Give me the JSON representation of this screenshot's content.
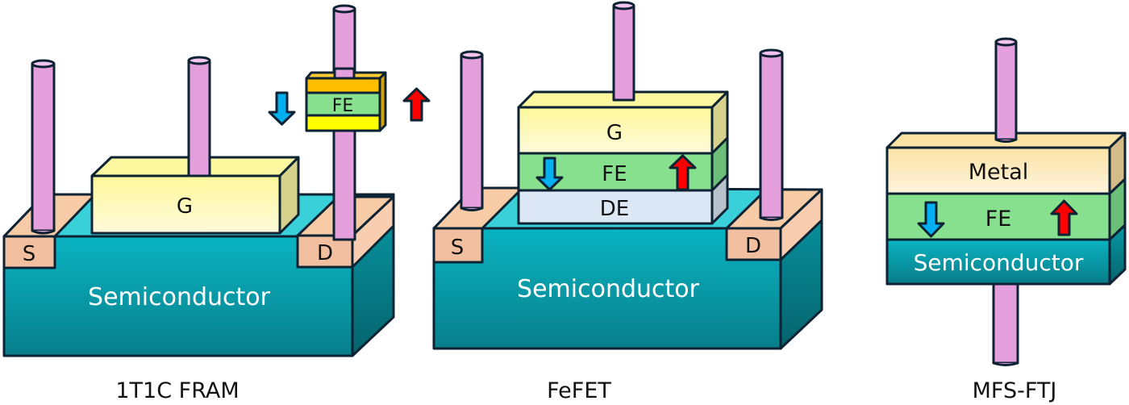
{
  "figure": {
    "devices": [
      {
        "id": "1t1c-fram",
        "caption": "1T1C FRAM",
        "labels": {
          "source": "S",
          "drain": "D",
          "gate": "G",
          "substrate": "Semiconductor",
          "capacitor_layer": "FE"
        },
        "polarization": {
          "down": "down-arrow-icon",
          "up": "up-arrow-icon"
        }
      },
      {
        "id": "fefet",
        "caption": "FeFET",
        "labels": {
          "source": "S",
          "drain": "D",
          "gate": "G",
          "ferroelectric": "FE",
          "dielectric": "DE",
          "substrate": "Semiconductor"
        },
        "polarization": {
          "down": "down-arrow-icon",
          "up": "up-arrow-icon"
        }
      },
      {
        "id": "mfs-ftj",
        "caption": "MFS-FTJ",
        "labels": {
          "metal": "Metal",
          "ferroelectric": "FE",
          "semiconductor": "Semiconductor"
        },
        "polarization": {
          "down": "down-arrow-icon",
          "up": "up-arrow-icon"
        }
      }
    ],
    "colors": {
      "pillar": "#e49fdc",
      "semiconductor": "#0aa6b4",
      "semiconductor_dark": "#067a86",
      "contact": "#f4c2a1",
      "gate": "#fdf7b0",
      "fe": "#86e08e",
      "de": "#dce8f6",
      "metal": "#fbe3b0",
      "cap_top": "#ffbf00",
      "cap_bottom": "#ffff00",
      "arrow_down": "#00b0f0",
      "arrow_up": "#ff0000",
      "outline": "#0d2233"
    }
  }
}
